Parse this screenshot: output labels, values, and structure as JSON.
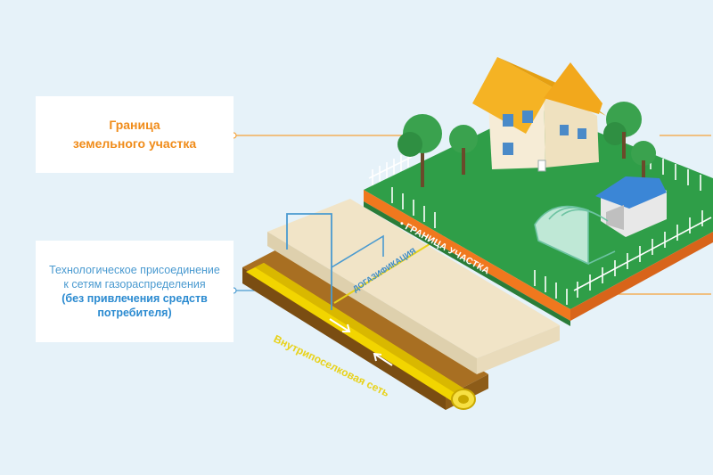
{
  "callouts": {
    "boundary": {
      "line1": "Граница",
      "line2": "земельного участка"
    },
    "connection": {
      "line1": "Технологическое присоединение",
      "line2": "к сетям газораспределения",
      "line3": "(без привлечения средств",
      "line4": "потребителя)"
    }
  },
  "labels": {
    "gasification": "ДОГАЗИФИКАЦИЯ",
    "plot_border": "• ГРАНИЦА УЧАСТКА",
    "village_network": "Внутрипоселковая сеть"
  },
  "colors": {
    "background": "#e6f2f9",
    "accent_orange": "#f08c1a",
    "accent_blue": "#2a8ad0",
    "gas_pipe": "#f2d500",
    "lawn": "#2f9e48"
  }
}
